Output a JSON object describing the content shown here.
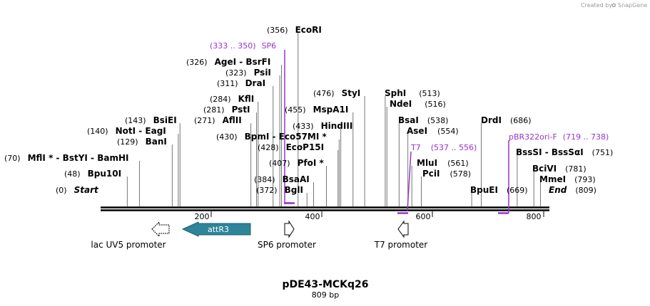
{
  "watermark": {
    "created_by": "Created by",
    "brand": "SnapGene"
  },
  "plasmid": {
    "name": "pDE43-MCKq26",
    "length": "809 bp",
    "total_bp": 809
  },
  "ruler_ticks": [
    "200",
    "400",
    "600",
    "800"
  ],
  "sites": [
    {
      "pos": "(0)",
      "name": "Start",
      "bp": 0,
      "italic": true
    },
    {
      "pos": "(48)",
      "name": "Bpu10I",
      "bp": 48
    },
    {
      "pos": "(70)",
      "name": "MflI * - BstYI - BamHI",
      "bp": 70
    },
    {
      "pos": "(129)",
      "name": "BanI",
      "bp": 129
    },
    {
      "pos": "(140)",
      "name": "NotI - EagI",
      "bp": 140
    },
    {
      "pos": "(143)",
      "name": "BsiEI",
      "bp": 143
    },
    {
      "pos": "(271)",
      "name": "AflII",
      "bp": 271
    },
    {
      "pos": "(281)",
      "name": "PstI",
      "bp": 281
    },
    {
      "pos": "(284)",
      "name": "KflI",
      "bp": 284
    },
    {
      "pos": "(311)",
      "name": "DraI",
      "bp": 311
    },
    {
      "pos": "(323)",
      "name": "PsiI",
      "bp": 323
    },
    {
      "pos": "(326)",
      "name": "AgeI - BsrFI",
      "bp": 326
    },
    {
      "pos": "(356)",
      "name": "EcoRI",
      "bp": 356
    },
    {
      "pos": "(430)",
      "name": "BpmI - Eco57MI *",
      "bp": 430
    },
    {
      "pos": "(428)",
      "name": "EcoP15I",
      "bp": 428
    },
    {
      "pos": "(433)",
      "name": "HindIII",
      "bp": 433
    },
    {
      "pos": "(407)",
      "name": "PfoI *",
      "bp": 407
    },
    {
      "pos": "(384)",
      "name": "BsaAI",
      "bp": 384
    },
    {
      "pos": "(372)",
      "name": "BglI",
      "bp": 372
    },
    {
      "pos": "(455)",
      "name": "MspA1I",
      "bp": 455
    },
    {
      "pos": "(476)",
      "name": "StyI",
      "bp": 476
    },
    {
      "pos": "(513)",
      "name": "SphI",
      "bp": 513
    },
    {
      "pos": "(516)",
      "name": "NdeI",
      "bp": 516
    },
    {
      "pos": "(538)",
      "name": "BsaI",
      "bp": 538
    },
    {
      "pos": "(554)",
      "name": "AseI",
      "bp": 554
    },
    {
      "pos": "(561)",
      "name": "MluI",
      "bp": 561
    },
    {
      "pos": "(578)",
      "name": "PciI",
      "bp": 578
    },
    {
      "pos": "(686)",
      "name": "DrdI",
      "bp": 686
    },
    {
      "pos": "(669)",
      "name": "BpuEI",
      "bp": 669
    },
    {
      "pos": "(751)",
      "name": "BssSI - BssSαI",
      "bp": 751
    },
    {
      "pos": "(781)",
      "name": "BciVI",
      "bp": 781
    },
    {
      "pos": "(793)",
      "name": "MmeI",
      "bp": 793
    },
    {
      "pos": "(809)",
      "name": "End",
      "bp": 809,
      "italic": true
    }
  ],
  "primers": [
    {
      "range": "(333 .. 350)",
      "name": "SP6"
    },
    {
      "range": "(537 .. 556)",
      "name": "T7"
    },
    {
      "range": "(719 .. 738)",
      "name": "pBR322ori-F"
    }
  ],
  "features": [
    {
      "name": "lac UV5 promoter"
    },
    {
      "name": "attR3"
    },
    {
      "name": "SP6 promoter"
    },
    {
      "name": "T7 promoter"
    }
  ],
  "colors": {
    "primer": "#9933cc",
    "attR3": "#2e8599",
    "backbone": "#000000"
  }
}
